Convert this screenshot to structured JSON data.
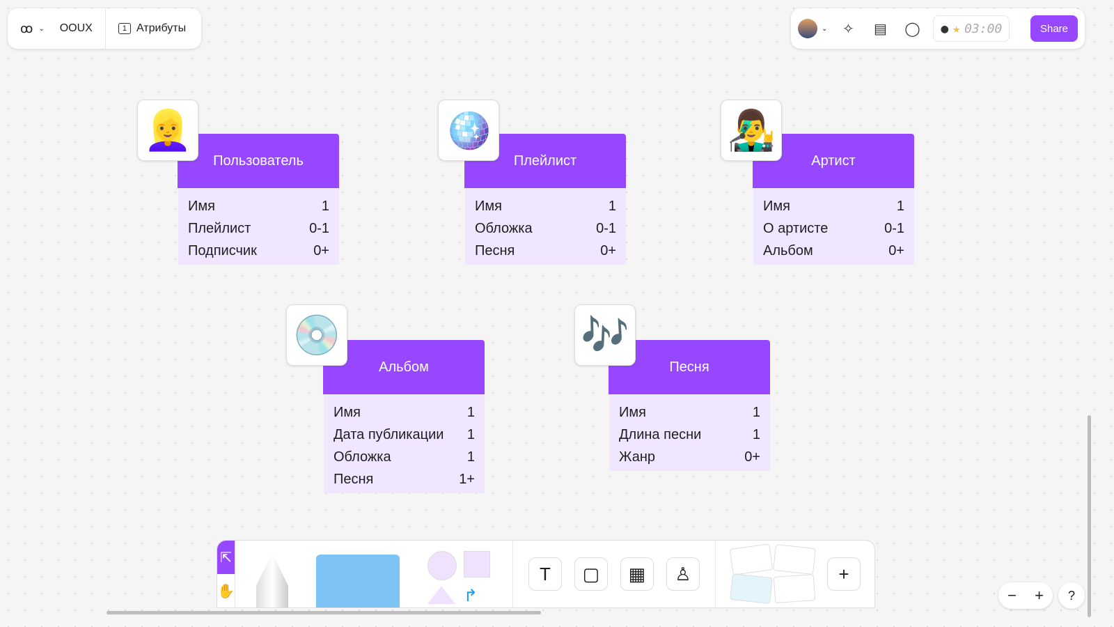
{
  "topbar": {
    "file_name": "OOUX",
    "page_number": "1",
    "page_name": "Атрибуты",
    "timer": "03:00",
    "share_label": "Share"
  },
  "cards": [
    {
      "emoji": "👱‍♀️",
      "title": "Пользователь",
      "rows": [
        [
          "Имя",
          "1"
        ],
        [
          "Плейлист",
          "0-1"
        ],
        [
          "Подписчик",
          "0+"
        ]
      ]
    },
    {
      "emoji": "🪩",
      "title": "Плейлист",
      "rows": [
        [
          "Имя",
          "1"
        ],
        [
          "Обложка",
          "0-1"
        ],
        [
          "Песня",
          "0+"
        ]
      ]
    },
    {
      "emoji": "👨‍🎤",
      "title": "Артист",
      "rows": [
        [
          "Имя",
          "1"
        ],
        [
          "О артисте",
          "0-1"
        ],
        [
          "Альбом",
          "0+"
        ]
      ]
    },
    {
      "emoji": "💿",
      "title": "Альбом",
      "rows": [
        [
          "Имя",
          "1"
        ],
        [
          "Дата публикации",
          "1"
        ],
        [
          "Обложка",
          "1"
        ],
        [
          "Песня",
          "1+"
        ]
      ]
    },
    {
      "emoji": "🎶",
      "title": "Песня",
      "rows": [
        [
          "Имя",
          "1"
        ],
        [
          "Длина песни",
          "1"
        ],
        [
          "Жанр",
          "0+"
        ]
      ]
    }
  ],
  "colors": {
    "accent": "#9747ff",
    "card_body": "#f1e6ff"
  }
}
